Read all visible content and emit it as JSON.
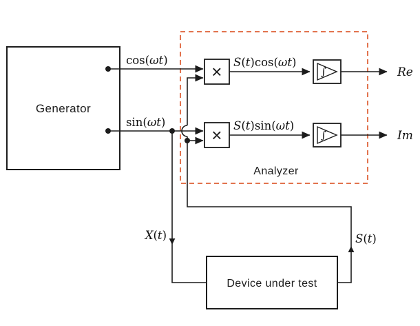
{
  "colors": {
    "line": "#1c1c1c",
    "accent": "#e2734e",
    "background": "#ffffff"
  },
  "blocks": {
    "generator": "Generator",
    "device": "Device under test",
    "analyzer": "Analyzer",
    "multiplier_symbol": "×",
    "integrator_symbol": "∫"
  },
  "signals": {
    "cos": [
      {
        "t": "cos(",
        "i": false
      },
      {
        "t": "ωt",
        "i": true
      },
      {
        "t": ")",
        "i": false
      }
    ],
    "sin": [
      {
        "t": "sin(",
        "i": false
      },
      {
        "t": "ωt",
        "i": true
      },
      {
        "t": ")",
        "i": false
      }
    ],
    "s_cos": [
      {
        "t": "S",
        "i": true
      },
      {
        "t": "(",
        "i": false
      },
      {
        "t": "t",
        "i": true
      },
      {
        "t": ")",
        "i": false
      },
      {
        "t": "cos(",
        "i": false
      },
      {
        "t": "ωt",
        "i": true
      },
      {
        "t": ")",
        "i": false
      }
    ],
    "s_sin": [
      {
        "t": "S",
        "i": true
      },
      {
        "t": "(",
        "i": false
      },
      {
        "t": "t",
        "i": true
      },
      {
        "t": ")",
        "i": false
      },
      {
        "t": "sin(",
        "i": false
      },
      {
        "t": "ωt",
        "i": true
      },
      {
        "t": ")",
        "i": false
      }
    ],
    "x_t": [
      {
        "t": "X",
        "i": true
      },
      {
        "t": "(",
        "i": false
      },
      {
        "t": "t",
        "i": true
      },
      {
        "t": ")",
        "i": false
      }
    ],
    "s_t": [
      {
        "t": "S",
        "i": true
      },
      {
        "t": "(",
        "i": false
      },
      {
        "t": "t",
        "i": true
      },
      {
        "t": ")",
        "i": false
      }
    ],
    "re": [
      {
        "t": "Re",
        "i": true
      }
    ],
    "im": [
      {
        "t": "Im",
        "i": true
      }
    ]
  }
}
